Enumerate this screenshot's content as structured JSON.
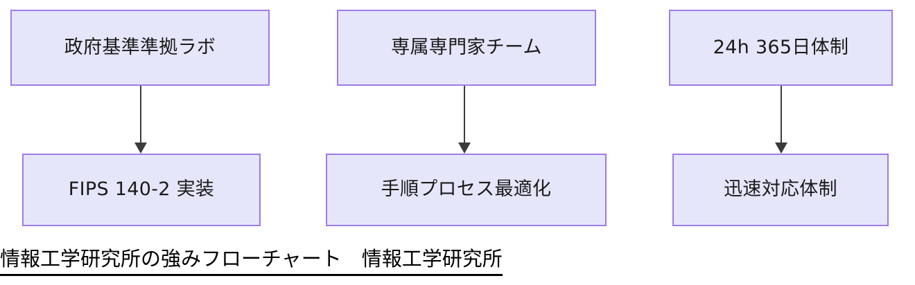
{
  "diagram": {
    "type": "flowchart",
    "orientation": "three parallel vertical branches",
    "nodes": {
      "lab": "政府基準準拠ラボ",
      "team": "専属専門家チーム",
      "availability": "24h 365日体制",
      "fips": "FIPS 140-2 実装",
      "process": "手順プロセス最適化",
      "response": "迅速対応体制"
    },
    "edges": [
      {
        "from": "政府基準準拠ラボ",
        "to": "FIPS 140-2 実装",
        "arrow": "down-arrow"
      },
      {
        "from": "専属専門家チーム",
        "to": "手順プロセス最適化",
        "arrow": "down-arrow"
      },
      {
        "from": "24h 365日体制",
        "to": "迅速対応体制",
        "arrow": "down-arrow"
      }
    ],
    "caption": "情報工学研究所の強みフローチャート　情報工学研究所",
    "colors": {
      "node_fill": "#e6e6fa",
      "node_border": "#9f7be8",
      "node_text": "#1a1a1a",
      "arrow": "#3b3b3b",
      "caption_text": "#000000",
      "background": "#ffffff"
    }
  }
}
